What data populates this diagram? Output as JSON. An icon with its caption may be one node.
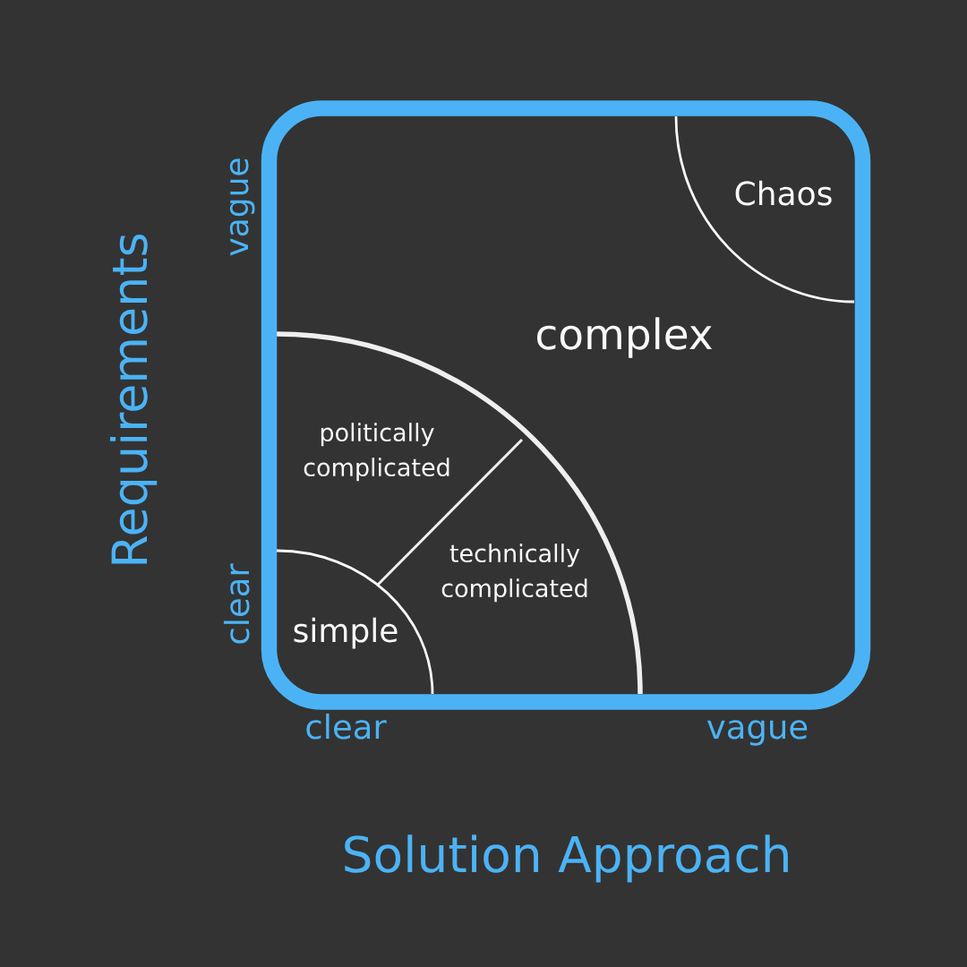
{
  "diagram": {
    "nodes": [
      {
        "text": [
          "complex"
        ]
      },
      {
        "text": [
          "Chaos"
        ],
        "in": 0
      },
      {
        "text": [
          "politically complicated"
        ],
        "in": 0
      },
      {
        "text": [
          "technically complicated"
        ],
        "in": 0
      },
      {
        "text": [
          "simple"
        ],
        "in": 0
      }
    ],
    "labels": [
      "vague",
      "Requirements",
      "clear",
      "clear",
      "vague",
      "Solution Approach"
    ]
  }
}
